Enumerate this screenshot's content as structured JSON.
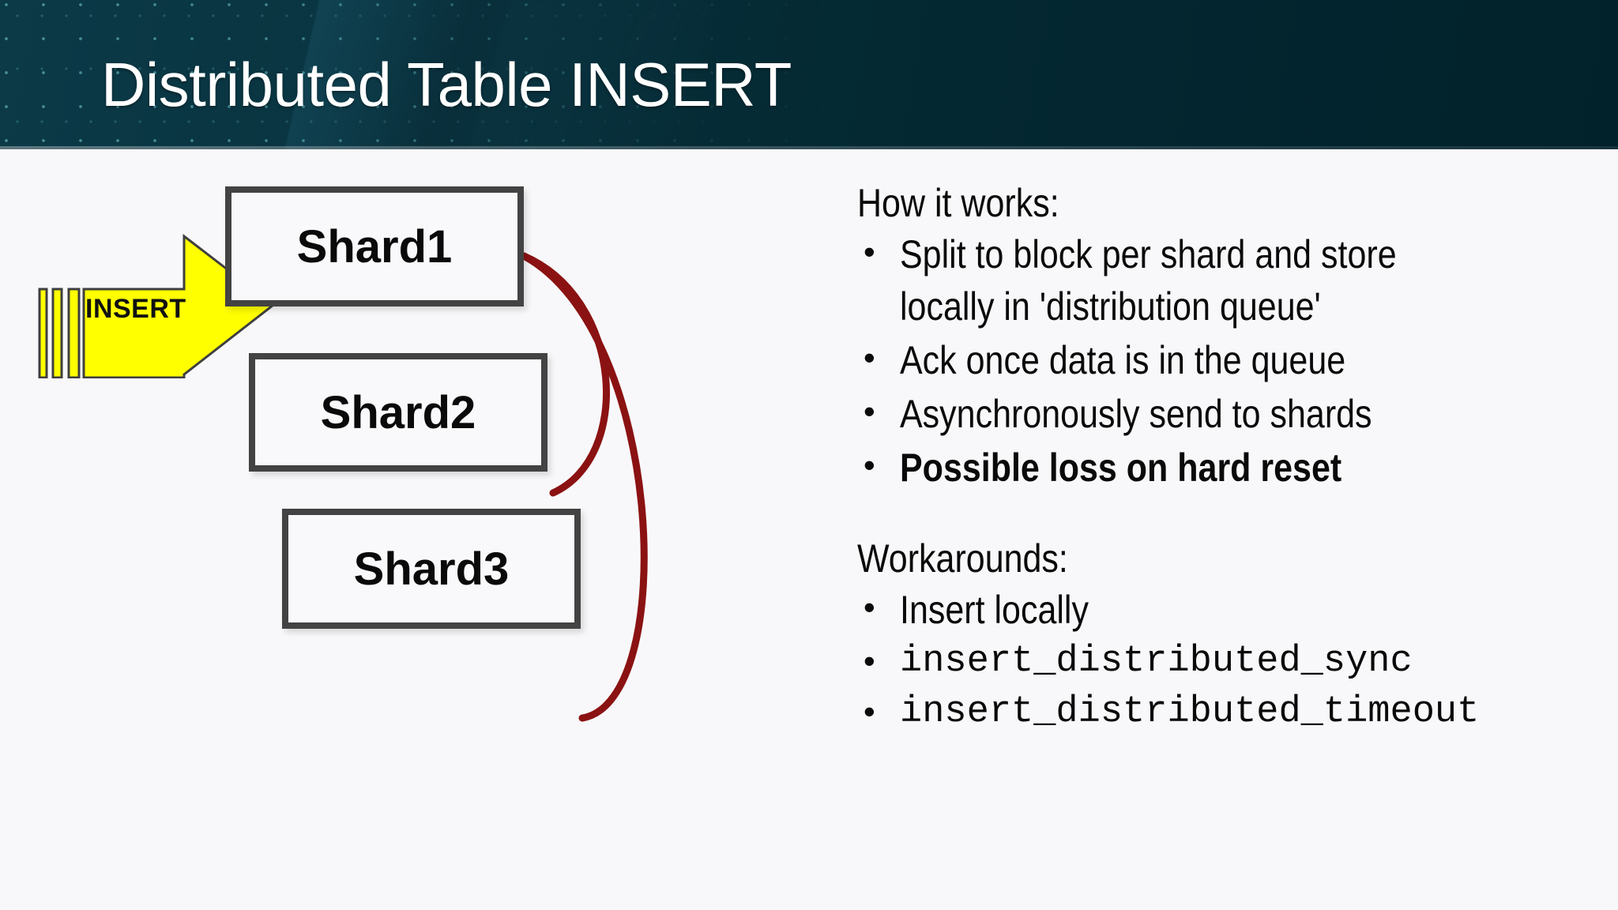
{
  "header": {
    "title": "Distributed Table INSERT",
    "background_color": "#052b35",
    "title_color": "#ffffff",
    "dot_color": "#78d7dc"
  },
  "diagram": {
    "insert_arrow": {
      "label": "INSERT",
      "fill_color": "#ffff00",
      "stroke_color": "#3f3f3f",
      "label_color": "#111111",
      "motion_line_count": 3
    },
    "shards": [
      {
        "label": "Shard1"
      },
      {
        "label": "Shard2"
      },
      {
        "label": "Shard3"
      }
    ],
    "shard_box": {
      "border_color": "#434343",
      "fill_color": "#f9f9fb",
      "label_color": "#0a0a0a"
    },
    "connectors": {
      "color": "#8b1212",
      "count": 2,
      "from": "Shard1",
      "to": [
        "Shard2",
        "Shard3"
      ]
    }
  },
  "panel": {
    "how_it_works": {
      "heading": "How it works:",
      "bullets": [
        {
          "text": "Split to block per shard and store locally in 'distribution queue'",
          "style": "normal"
        },
        {
          "text": "Ack once data is in the queue",
          "style": "normal"
        },
        {
          "text": "Asynchronously send to shards",
          "style": "normal"
        },
        {
          "text": "Possible loss on hard reset",
          "style": "bold"
        }
      ]
    },
    "workarounds": {
      "heading": "Workarounds:",
      "bullets": [
        {
          "text": "Insert locally",
          "style": "normal"
        },
        {
          "text": "insert_distributed_sync",
          "style": "mono"
        },
        {
          "text": "insert_distributed_timeout",
          "style": "mono"
        }
      ]
    },
    "bullet_glyph": "•"
  }
}
